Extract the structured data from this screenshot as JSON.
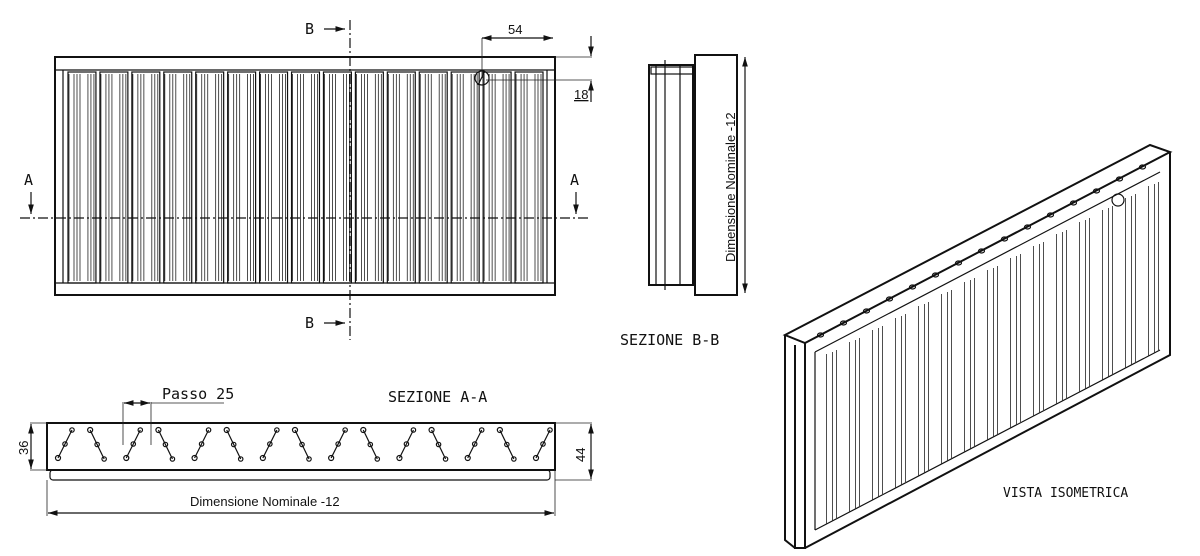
{
  "front_view": {
    "section_b_top": "B",
    "section_b_bottom": "B",
    "section_a_left": "A",
    "section_a_right": "A",
    "dim_54": "54",
    "dim_18": "18",
    "blade_count": 15
  },
  "section_aa": {
    "title": "SEZIONE A-A",
    "pitch_label": "Passo 25",
    "dim_36": "36",
    "dim_44": "44",
    "width_label": "Dimensione Nominale -12",
    "blade_count": 15
  },
  "section_bb": {
    "title": "SEZIONE B-B",
    "height_label": "Dimensione Nominale -12"
  },
  "iso_view": {
    "title": "VISTA ISOMETRICA",
    "blade_count": 15
  }
}
